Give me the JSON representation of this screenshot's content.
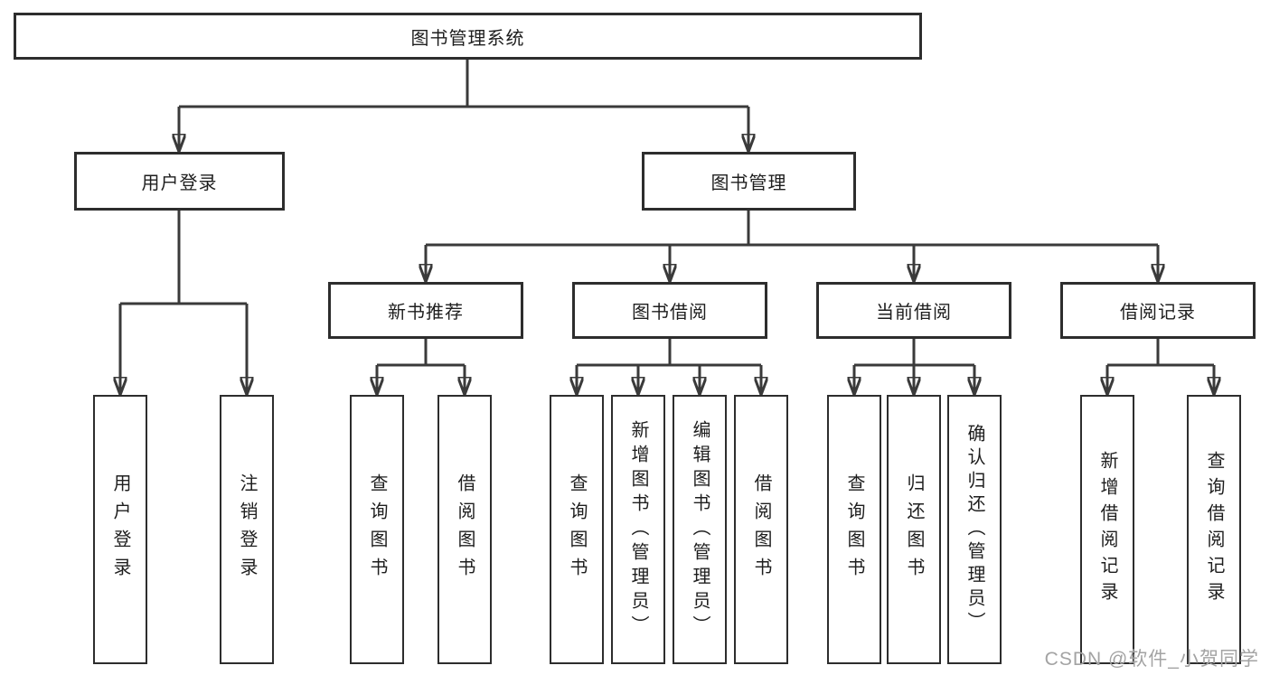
{
  "diagram": {
    "type": "hierarchy-tree",
    "colors": {
      "line": "#3a3a3a",
      "box_border": "#2d2d2d",
      "box_fill": "#ffffff",
      "text": "#1e1e1e",
      "watermark_text_color": "#a3a3a3",
      "background": "#ffffff"
    },
    "watermark": "CSDN @软件_小贺同学",
    "tree": {
      "root": {
        "label": "图书管理系统"
      },
      "level2": [
        {
          "label": "用户登录",
          "children": [
            "用户登录",
            "注销登录"
          ]
        },
        {
          "label": "图书管理"
        }
      ],
      "level3": [
        {
          "label": "新书推荐",
          "children": [
            "查询图书",
            "借阅图书"
          ]
        },
        {
          "label": "图书借阅",
          "children": [
            "查询图书",
            "新增图书（管理员）",
            "编辑图书（管理员）",
            "借阅图书"
          ]
        },
        {
          "label": "当前借阅",
          "children": [
            "查询图书",
            "归还图书",
            "确认归还（管理员）"
          ]
        },
        {
          "label": "借阅记录",
          "children": [
            "新增借阅记录",
            "查询借阅记录"
          ]
        }
      ]
    }
  }
}
